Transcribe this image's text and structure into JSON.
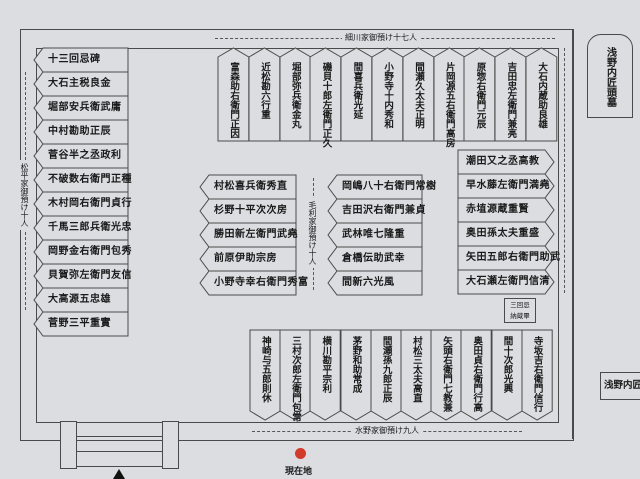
{
  "colors": {
    "background": "#dcdde1",
    "line": "#4a4a4a",
    "current_location": "#d23a2a"
  },
  "groups": {
    "matsudaira": {
      "label": "松平家御預け十人",
      "tags": [
        "十三回忌碑",
        "大石主税良金",
        "堀部安兵衛武庸",
        "中村勘助正辰",
        "菅谷半之丞政利",
        "不破数右衛門正種",
        "木村岡右衛門貞行",
        "千馬三郎兵衛光忠",
        "岡野金右衛門包秀",
        "貝賀弥左衛門友信",
        "大高源五忠雄",
        "菅野三平重實"
      ]
    },
    "hosokawa": {
      "label": "細川家御預け十七人",
      "tags": [
        "富森助右衛門正因",
        "近松勘六行重",
        "堀部弥兵衛金丸",
        "磯貝十郎左衛門正久",
        "間喜兵衛光延",
        "小野寺十内秀和",
        "間瀬久太夫正明",
        "片岡源五右衛門高房",
        "原惣右衛門元辰",
        "吉田忠左衛門兼亮",
        "大石内蔵助良雄"
      ]
    },
    "mori": {
      "label": "毛利家御預け十人",
      "left_tags": [
        "村松喜兵衛秀直",
        "杉野十平次次房",
        "勝田新左衛門武堯",
        "前原伊助宗房",
        "小野寺幸右衛門秀富"
      ],
      "right_tags": [
        "岡嶋八十右衛門常樹",
        "吉田沢右衛門兼貞",
        "武林唯七隆重",
        "倉橋伝助武幸",
        "間新六光風"
      ]
    },
    "hosokawa_right": {
      "tags": [
        "潮田又之丞高教",
        "早水藤左衛門満堯",
        "赤埴源蔵重賢",
        "奥田孫太夫重盛",
        "矢田五郎右衛門助武",
        "大石瀬左衛門信清"
      ]
    },
    "mizuno": {
      "label": "水野家御預け九人",
      "tags": [
        "神崎与五郎則休",
        "三村次郎左衛門包常",
        "横川勘平宗利",
        "茅野和助常成",
        "間瀬孫九郎正辰",
        "村松三太夫高直",
        "矢頭右衛門七教兼",
        "奥田貞右衛門行高",
        "間十次郎光興",
        "寺坂吉右衛門信行"
      ]
    }
  },
  "memorial_box": {
    "line1": "三回忌",
    "line2": "納蔵畢"
  },
  "asano_grave": "浅野内匠頭墓",
  "asano_partial": "浅野内匠",
  "current_location": "現在地"
}
